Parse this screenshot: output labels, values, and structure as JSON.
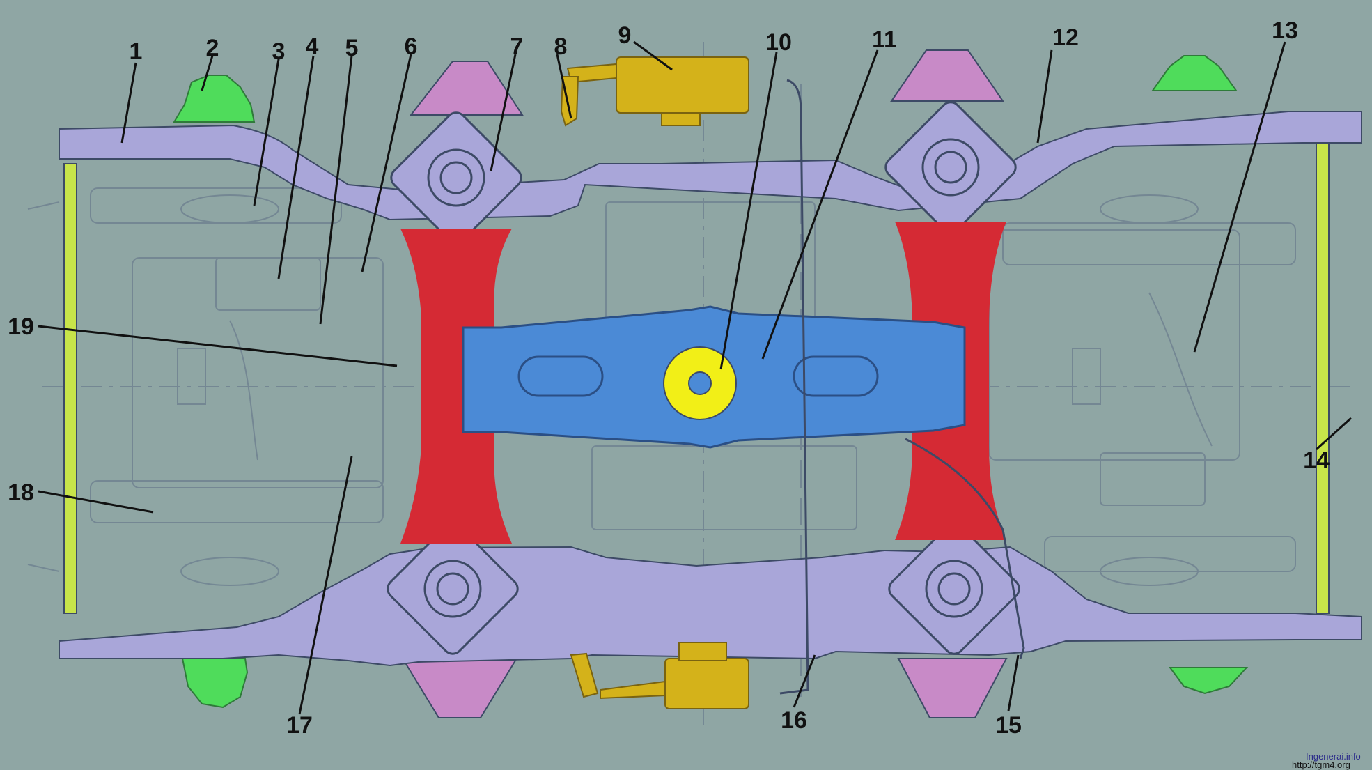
{
  "colors": {
    "background": "#8fa6a4",
    "frame": "#a9a6d9",
    "bolster_blue": "#4b8ad6",
    "pivot_yellow": "#f2ef17",
    "crossbeam_red": "#d52a34",
    "brake_gold": "#d4b21a",
    "pad_magenta": "#c88ac7",
    "spring_green": "#4fdc5b",
    "tie_rod": "#c8e44a",
    "line": "#3d4a66"
  },
  "labels": [
    {
      "num": "1"
    },
    {
      "num": "2"
    },
    {
      "num": "3"
    },
    {
      "num": "4"
    },
    {
      "num": "5"
    },
    {
      "num": "6"
    },
    {
      "num": "7"
    },
    {
      "num": "8"
    },
    {
      "num": "9"
    },
    {
      "num": "10"
    },
    {
      "num": "11"
    },
    {
      "num": "12"
    },
    {
      "num": "13"
    },
    {
      "num": "14"
    },
    {
      "num": "15"
    },
    {
      "num": "16"
    },
    {
      "num": "17"
    },
    {
      "num": "18"
    },
    {
      "num": "19"
    }
  ],
  "watermark": {
    "line1": "Ingenerai.info",
    "line2": "http://tgm4.org"
  }
}
